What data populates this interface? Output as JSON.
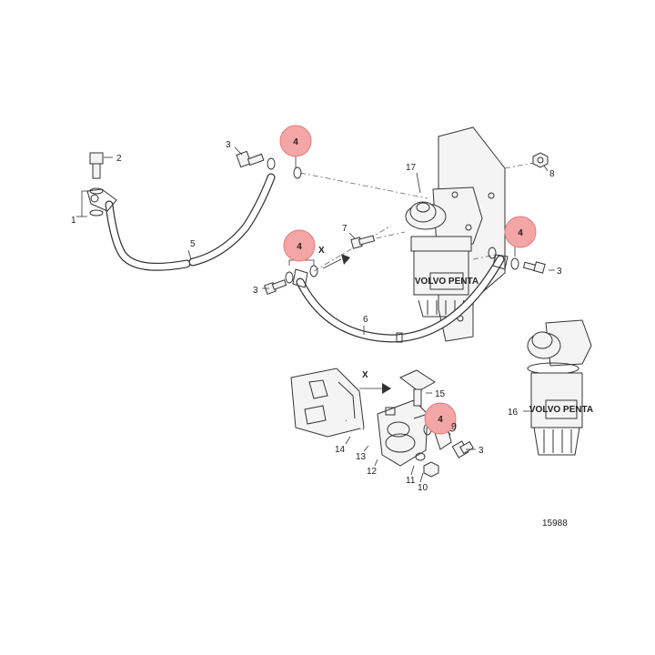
{
  "drawing_number": "15988",
  "callouts": [
    {
      "id": "c1",
      "text": "1"
    },
    {
      "id": "c2",
      "text": "2"
    },
    {
      "id": "c3a",
      "text": "3"
    },
    {
      "id": "c3b",
      "text": "3"
    },
    {
      "id": "c3c",
      "text": "3"
    },
    {
      "id": "c3d",
      "text": "3"
    },
    {
      "id": "c5",
      "text": "5"
    },
    {
      "id": "c6",
      "text": "6"
    },
    {
      "id": "c7",
      "text": "7"
    },
    {
      "id": "c8",
      "text": "8"
    },
    {
      "id": "c9",
      "text": "9"
    },
    {
      "id": "c10",
      "text": "10"
    },
    {
      "id": "c11",
      "text": "11"
    },
    {
      "id": "c12",
      "text": "12"
    },
    {
      "id": "c13",
      "text": "13"
    },
    {
      "id": "c14",
      "text": "14"
    },
    {
      "id": "c15",
      "text": "15"
    },
    {
      "id": "c16",
      "text": "16"
    },
    {
      "id": "c17",
      "text": "17"
    }
  ],
  "highlighted_callouts": [
    {
      "id": "h4a",
      "text": "4"
    },
    {
      "id": "h4b",
      "text": "4"
    },
    {
      "id": "h4c",
      "text": "4"
    },
    {
      "id": "h4d",
      "text": "4"
    }
  ],
  "view_markers": [
    {
      "id": "x1",
      "text": "X"
    },
    {
      "id": "x2",
      "text": "X"
    }
  ],
  "filter_logo": "VOLVO PENTA",
  "colors": {
    "highlight": "#f4a6a6",
    "line": "#333333"
  }
}
